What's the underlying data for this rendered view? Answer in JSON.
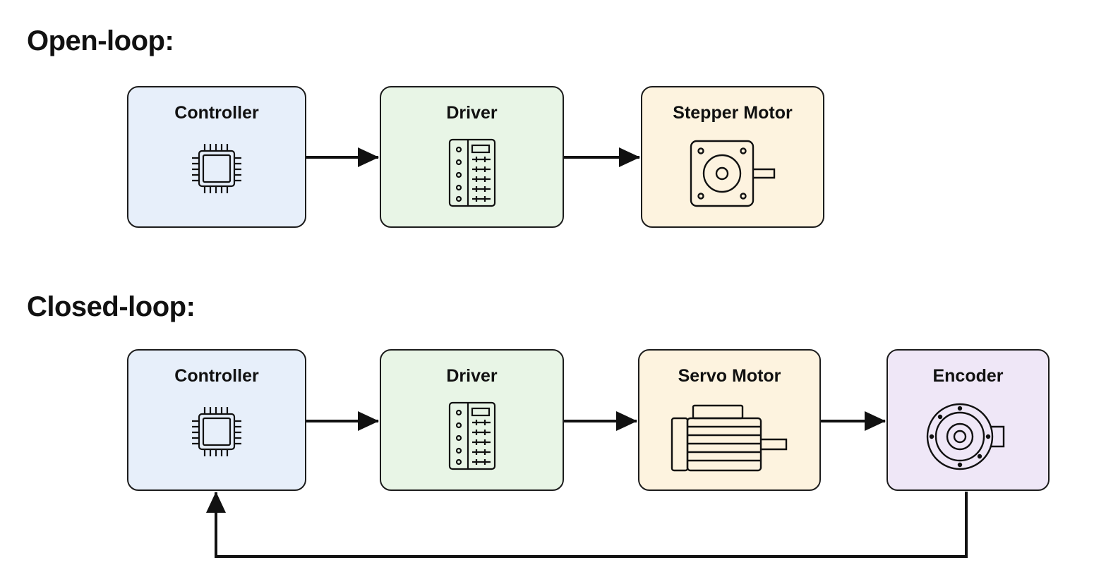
{
  "open_loop": {
    "title": "Open-loop:",
    "blocks": [
      {
        "label": "Controller",
        "icon": "chip-icon",
        "fill": "#e7effa"
      },
      {
        "label": "Driver",
        "icon": "driver-board-icon",
        "fill": "#e8f5e6"
      },
      {
        "label": "Stepper Motor",
        "icon": "stepper-motor-icon",
        "fill": "#fdf3df"
      }
    ]
  },
  "closed_loop": {
    "title": "Closed-loop:",
    "blocks": [
      {
        "label": "Controller",
        "icon": "chip-icon",
        "fill": "#e7effa"
      },
      {
        "label": "Driver",
        "icon": "driver-board-icon",
        "fill": "#e8f5e6"
      },
      {
        "label": "Servo Motor",
        "icon": "servo-motor-icon",
        "fill": "#fdf3df"
      },
      {
        "label": "Encoder",
        "icon": "encoder-icon",
        "fill": "#efe7f7"
      }
    ]
  },
  "colors": {
    "line": "#111111",
    "border": "#1c1c1c"
  }
}
